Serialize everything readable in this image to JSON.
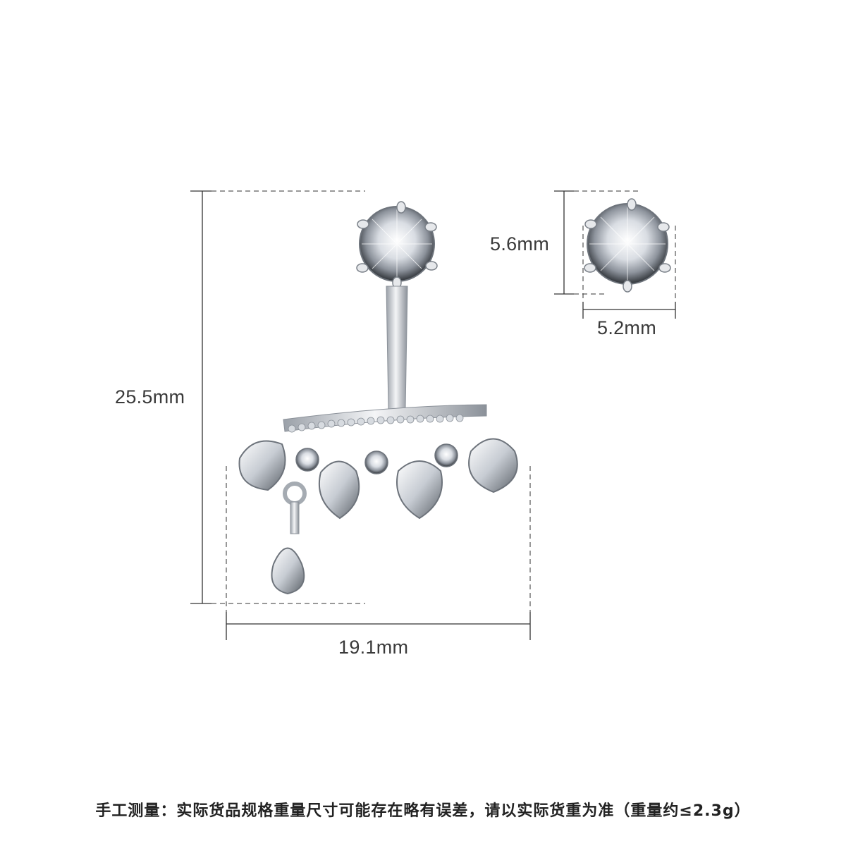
{
  "dimensions": {
    "height_label": "25.5mm",
    "width_label": "19.1mm",
    "stud_height_label": "5.6mm",
    "stud_width_label": "5.2mm"
  },
  "product_images": {
    "earring_jacket": "silver-crystal-ear-jacket",
    "stud": "round-crystal-stud"
  },
  "note": "手工测量：实际货品规格重量尺寸可能存在略有误差，请以实际货重为准（重量约≤2.3g）",
  "colors": {
    "metal": "#c8ccd2",
    "line": "#333333",
    "text": "#333333"
  }
}
